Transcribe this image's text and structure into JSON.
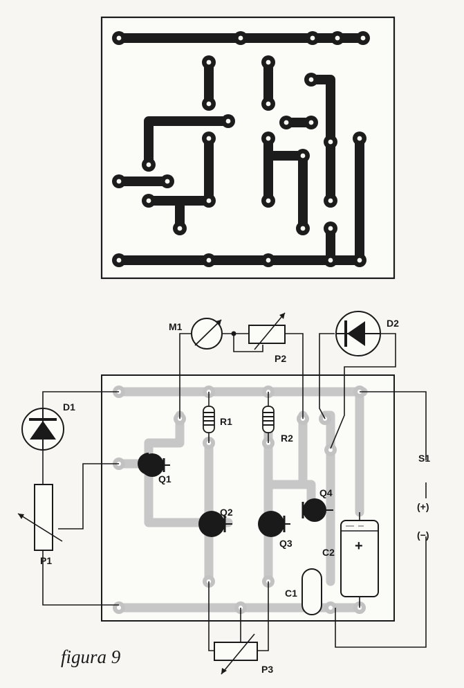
{
  "caption": "figura 9",
  "labels": {
    "M1": "M1",
    "P2": "P2",
    "D2": "D2",
    "D1": "D1",
    "R1": "R1",
    "R2": "R2",
    "S1": "S1",
    "Q1": "Q1",
    "Q2": "Q2",
    "Q3": "Q3",
    "Q4": "Q4",
    "P1": "P1",
    "C2": "C2",
    "C1": "C1",
    "P3": "P3",
    "plus": "(+)",
    "minus": "(−)",
    "cap_plus": "+"
  }
}
